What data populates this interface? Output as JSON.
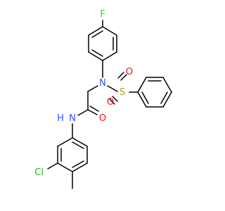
{
  "molecule": {
    "atoms": {
      "F": {
        "text": "F",
        "color": "#33cc33"
      },
      "N1": {
        "text": "N",
        "color": "#3050f8"
      },
      "S": {
        "text": "S",
        "color": "#b2a300"
      },
      "O1": {
        "text": "O",
        "color": "#ff0d0d"
      },
      "O2": {
        "text": "O",
        "color": "#ff0d0d"
      },
      "N2": {
        "text": "N",
        "color": "#3050f8"
      },
      "H": {
        "text": "H",
        "color": "#3050f8"
      },
      "O3": {
        "text": "O",
        "color": "#ff0d0d"
      },
      "Cl": {
        "text": "Cl",
        "color": "#1fb31f"
      }
    },
    "bond_color": "#000000"
  }
}
